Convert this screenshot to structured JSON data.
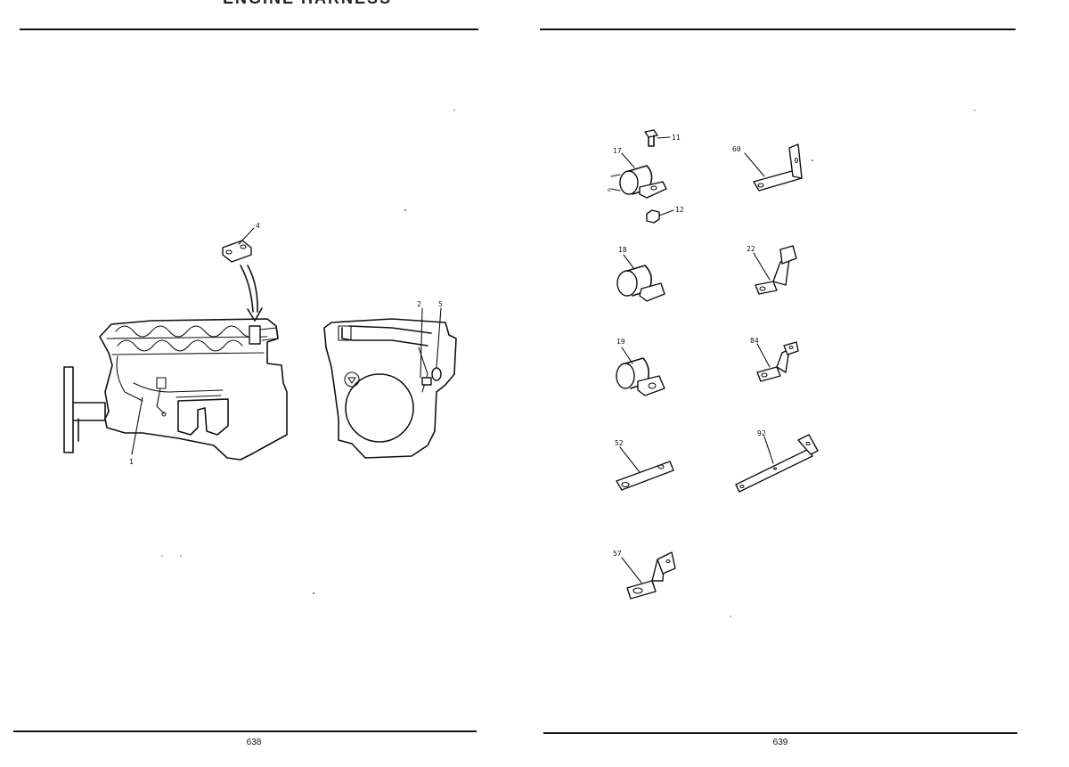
{
  "left_page": {
    "header_fragment": "· · · · ·  ENGINE HARNESS",
    "page_number": "638",
    "callouts": {
      "bracket_4": "4",
      "clamp_2": "2",
      "clamp_5": "5",
      "harness_1": "1"
    }
  },
  "right_page": {
    "page_number": "639",
    "callouts": {
      "bolt_11": "11",
      "clamp_17": "17",
      "nut_12": "12",
      "bracket_60": "60",
      "clamp_18": "18",
      "bracket_22": "22",
      "clamp_19": "19",
      "bracket_84": "84",
      "bracket_52": "52",
      "bracket_92": "92",
      "bracket_57": "57"
    }
  }
}
